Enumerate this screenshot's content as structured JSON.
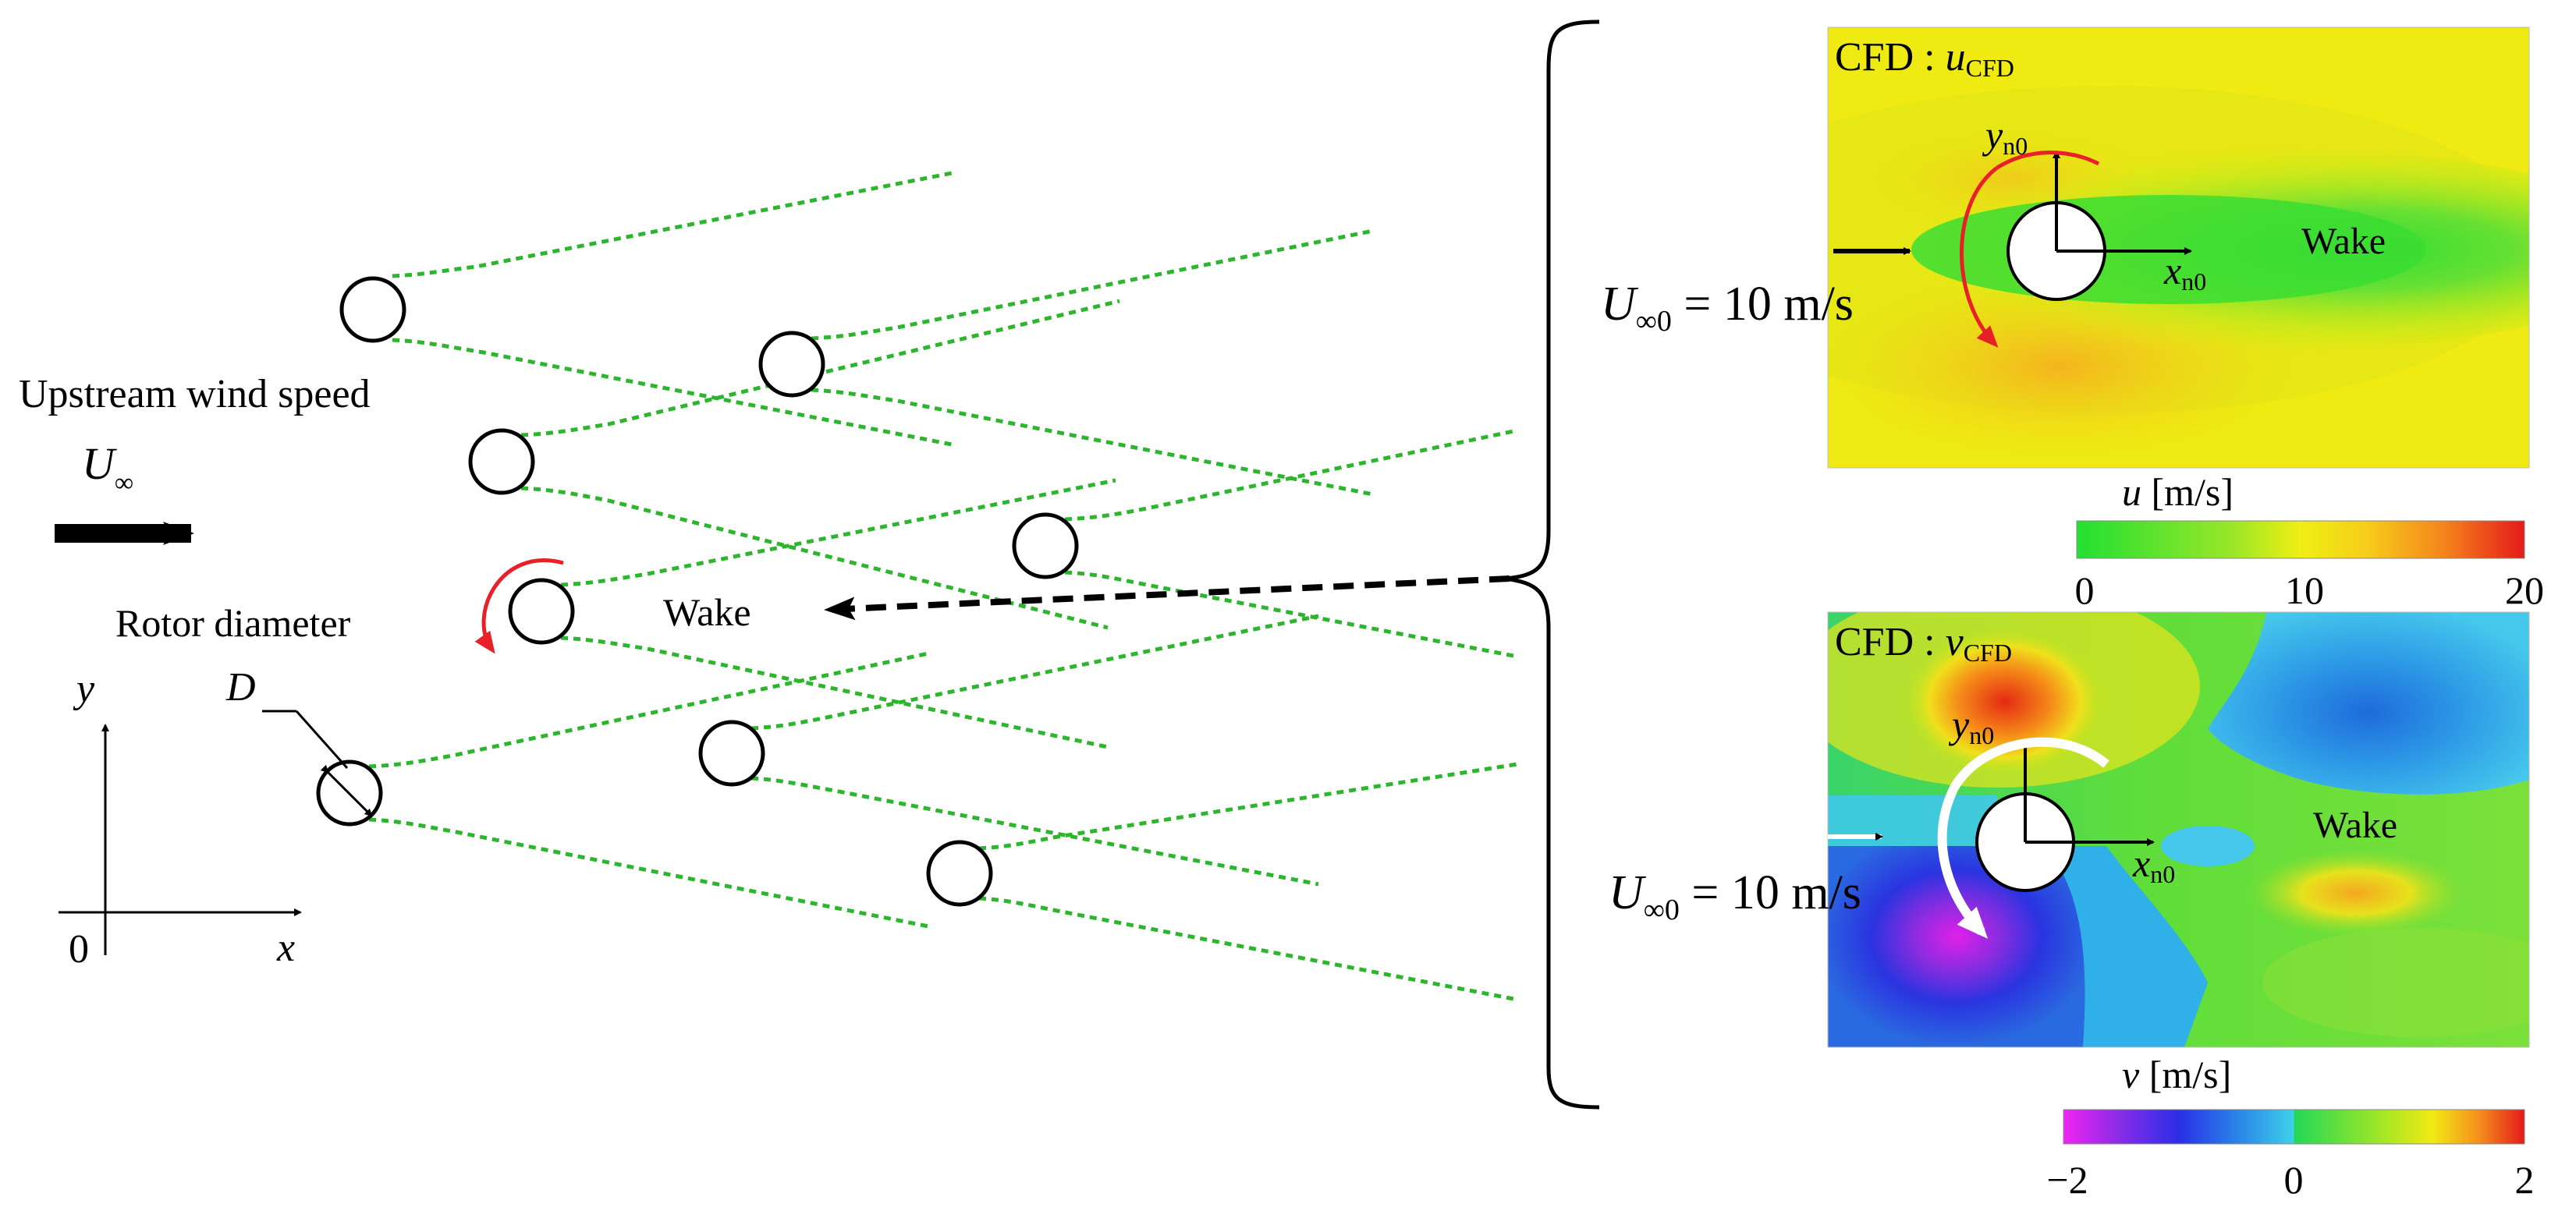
{
  "left_panel": {
    "upstream_label": "Upstream wind speed",
    "u_inf_symbol": "U",
    "u_inf_sub": "∞",
    "rotor_label": "Rotor diameter",
    "diameter_symbol": "D",
    "wake_label": "Wake",
    "axis_x": "x",
    "axis_y": "y",
    "origin": "0",
    "colors": {
      "wake_line": "#2DB52D",
      "rotation_arrow": "#E8202A"
    }
  },
  "panel_u": {
    "title_prefix": "CFD : ",
    "title_var": "u",
    "title_sub": "CFD",
    "inflow_symbol": "U",
    "inflow_sub": "∞0",
    "inflow_value": " = 10 m/s",
    "y_axis": "y",
    "y_sub": "n0",
    "x_axis": "x",
    "x_sub": "n0",
    "wake_label": "Wake",
    "colorbar_var": "u",
    "colorbar_unit": " [m/s]",
    "colorbar_ticks": [
      "0",
      "10",
      "20"
    ]
  },
  "panel_v": {
    "title_prefix": "CFD : ",
    "title_var": "v",
    "title_sub": "CFD",
    "inflow_symbol": "U",
    "inflow_sub": "∞0",
    "inflow_value": " = 10 m/s",
    "y_axis": "y",
    "y_sub": "n0",
    "x_axis": "x",
    "x_sub": "n0",
    "wake_label": "Wake",
    "colorbar_var": "v",
    "colorbar_unit": " [m/s]",
    "colorbar_ticks": [
      "−2",
      "0",
      "2"
    ]
  }
}
